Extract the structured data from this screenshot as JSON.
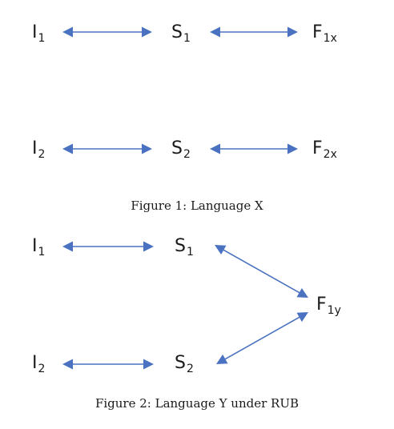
{
  "figure1": {
    "caption": "Figure 1: Language X",
    "nodes": [
      {
        "id": "f1-i1",
        "base": "I",
        "sub": "1"
      },
      {
        "id": "f1-s1",
        "base": "S",
        "sub": "1"
      },
      {
        "id": "f1-f1x",
        "base": "F",
        "sub": "1x"
      },
      {
        "id": "f1-i2",
        "base": "I",
        "sub": "2"
      },
      {
        "id": "f1-s2",
        "base": "S",
        "sub": "2"
      },
      {
        "id": "f1-f2x",
        "base": "F",
        "sub": "2x"
      }
    ]
  },
  "figure2": {
    "caption": "Figure 2: Language Y under RUB",
    "nodes": [
      {
        "id": "f2-i1",
        "base": "I",
        "sub": "1"
      },
      {
        "id": "f2-s1",
        "base": "S",
        "sub": "1"
      },
      {
        "id": "f2-f1y",
        "base": "F",
        "sub": "1y"
      },
      {
        "id": "f2-i2",
        "base": "I",
        "sub": "2"
      },
      {
        "id": "f2-s2",
        "base": "S",
        "sub": "2"
      }
    ]
  },
  "colors": {
    "arrow": "#4a72c0",
    "text": "#1a1a1a"
  }
}
